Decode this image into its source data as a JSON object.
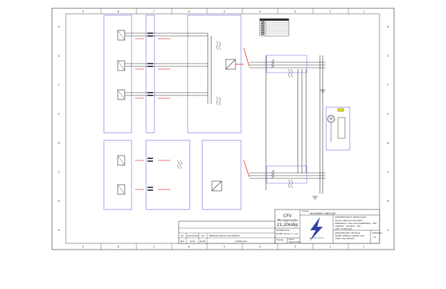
{
  "grid": {
    "columns_top": [
      "9",
      "8",
      "7",
      "6",
      "5",
      "4",
      "3",
      "2",
      "1"
    ],
    "columns_bottom": [
      "9",
      "8",
      "7",
      "6",
      "5",
      "4",
      "3",
      "2",
      "1"
    ],
    "rows_left": [
      "H",
      "G",
      "F",
      "E",
      "D",
      "C",
      "B",
      "A"
    ],
    "rows_right": [
      "H",
      "G",
      "F",
      "E",
      "D",
      "C",
      "B",
      "A"
    ]
  },
  "title_block": {
    "project_line1": "CFV",
    "project_line2": "Microgeração",
    "project_line3": "21,20kWp",
    "folha_label": "FOLHA",
    "sheet_title": "DIAGRAMA UNIFILAR",
    "owner_header": "PROPRIETÁRIO E INSTALAÇÃO",
    "owner_name": "PAULO VINICIUS DOS REIS",
    "owner_address": "ENDEREÇO: RUA DOS BANDEIRAS - 490",
    "owner_city": "CENTRO - VALINHO - MG",
    "owner_cep": "CEP: 37780-000",
    "designer_label": "DESENHISTA",
    "designer_name": "NOME: Renan C. Lusi",
    "date_label": "DATA",
    "date_value": "06/11/2023",
    "responsible_label": "RESPONSÁVEL TÉCNICO",
    "responsible_name": "NOME: RENAN CARLOS LUSI",
    "crea": "CREA: MG-285235",
    "scale_label": "FORMATO",
    "scale_value": "A3"
  },
  "revision_table": {
    "rows": [
      {
        "rev": "00",
        "date": "13/03/2023",
        "by": "RP",
        "desc": "EMISSÃO INICIAL DE PROJETO"
      }
    ],
    "headers": {
      "rev": "REV",
      "date": "DATA",
      "by": "ELAB.",
      "desc": "ALTERAÇÃO"
    }
  },
  "legend": {
    "items": [
      "",
      "",
      "",
      "",
      "",
      "",
      ""
    ]
  },
  "colors": {
    "frame": "#555555",
    "blue_box": "#7a73e6",
    "red_wire": "#e03a3a",
    "wire": "#222222",
    "logo": "#2f3fa8"
  },
  "icons": {
    "motor_label": "M",
    "logo": "lightning-bolt-logo"
  }
}
